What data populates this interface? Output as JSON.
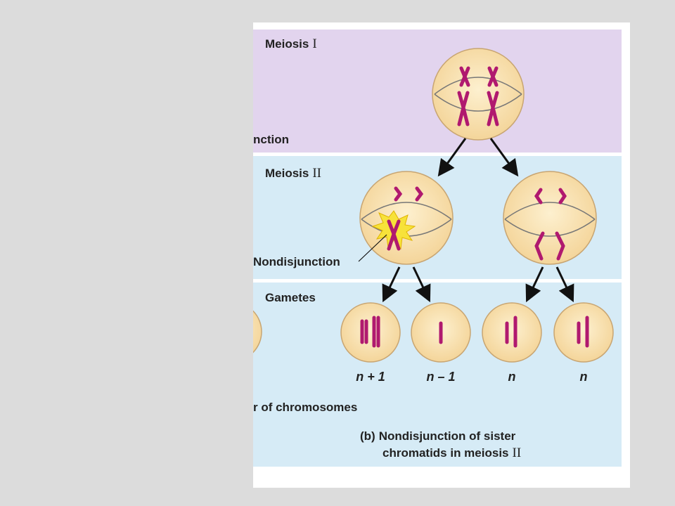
{
  "bands": {
    "meiosis1": {
      "title": "Meiosis",
      "numeral": "I",
      "color": "#e2d4ee"
    },
    "meiosis2": {
      "title": "Meiosis",
      "numeral": "II",
      "color": "#d6ebf6"
    },
    "gametes": {
      "title": "Gametes",
      "color": "#d6ebf6"
    }
  },
  "labels": {
    "nondisjunction_partial": "nction",
    "nondisjunction": "Nondisjunction",
    "chromosomes_partial": "r of chromosomes"
  },
  "gamete_ploidy": [
    "n + 1",
    "n – 1",
    "n",
    "n"
  ],
  "caption": {
    "prefix": "(b)",
    "line1": "Nondisjunction of sister",
    "line2": "chromatids in meiosis",
    "numeral": "II"
  },
  "colors": {
    "chromosome": "#b0196f",
    "cell_fill": "#f8dca6",
    "cell_stroke": "#c8a572",
    "spindle": "#777777",
    "starburst": "#f7e23a",
    "arrow": "#111111"
  }
}
